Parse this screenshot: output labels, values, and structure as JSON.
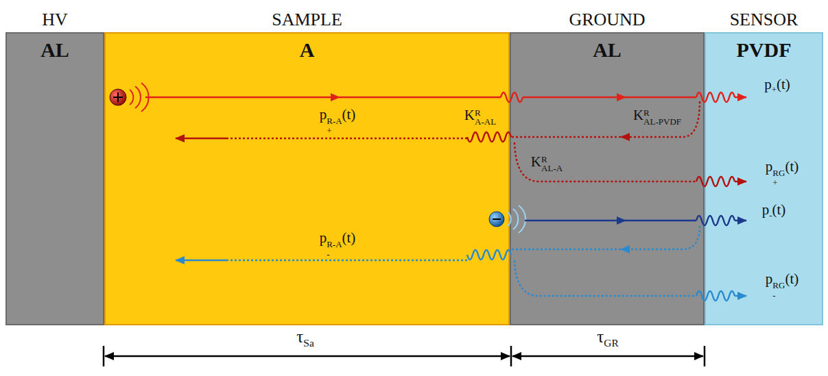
{
  "diagram": {
    "nodes": [
      {
        "text": [
          "HV",
          "AL"
        ]
      },
      {
        "text": [
          "SAMPLE",
          "A"
        ]
      },
      {
        "text": [
          "GROUND",
          "AL"
        ]
      },
      {
        "text": [
          "SENSOR",
          "PVDF"
        ]
      }
    ],
    "labels": [
      "p+(t)",
      "p+R-A(t)",
      "KRA-AL",
      "KRAL-PVDF",
      "KRAL-A",
      "p+RG(t)",
      "p-(t)",
      "p-R-A(t)",
      "p-RG(t)",
      "τSa",
      "τGR"
    ]
  }
}
